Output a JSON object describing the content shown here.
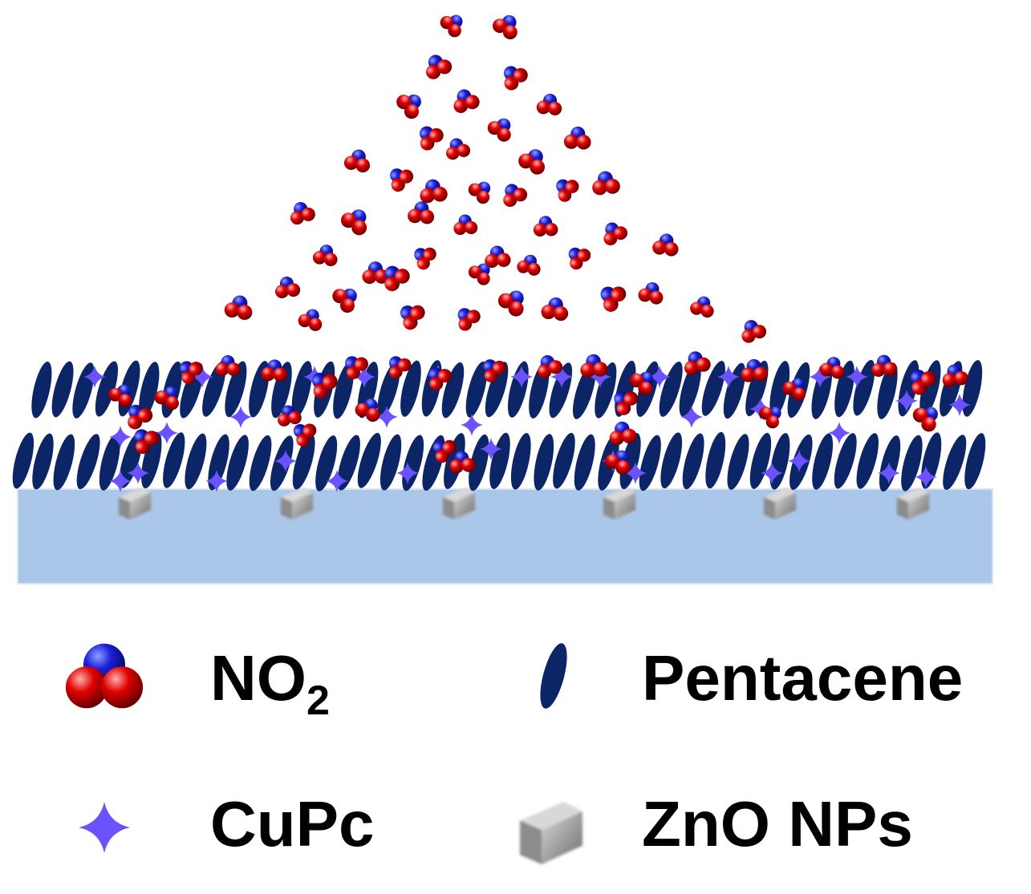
{
  "colors": {
    "nitrogen": "#1a1fd8",
    "oxygen": "#e00000",
    "pentacene": "#0b2566",
    "cupc": "#6a52ff",
    "substrate": "#aac6e8",
    "zno": "#9a9a9a"
  },
  "legend": {
    "no2": {
      "base": "NO",
      "sub": "2",
      "icon": "no2-molecule-icon"
    },
    "pentacene": {
      "label": "Pentacene",
      "icon": "pentacene-ellipse-icon"
    },
    "cupc": {
      "label": "CuPc",
      "icon": "cupc-star-icon"
    },
    "zno": {
      "label": "ZnO NPs",
      "icon": "zno-cube-icon"
    }
  }
}
